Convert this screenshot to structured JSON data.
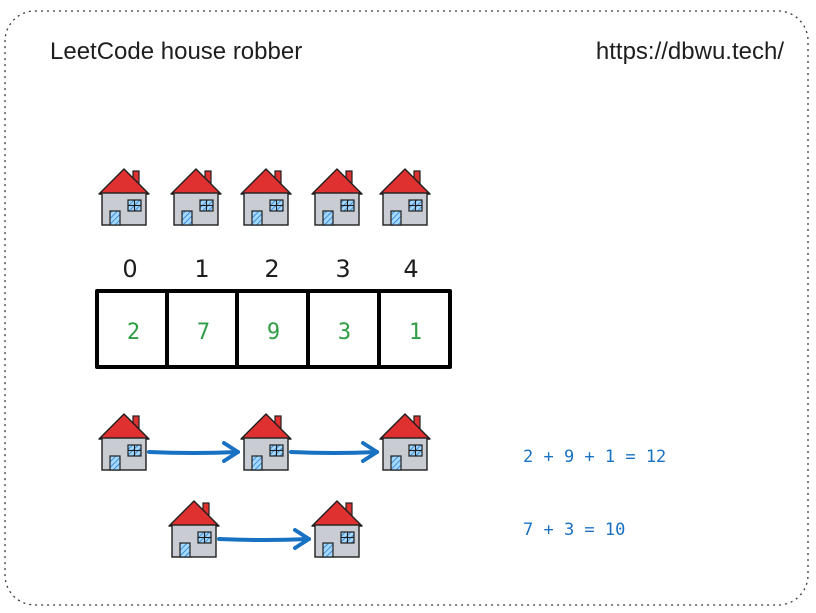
{
  "header": {
    "title": "LeetCode house robber",
    "url": "https://dbwu.tech/"
  },
  "houses": {
    "count": 5,
    "indices": [
      "0",
      "1",
      "2",
      "3",
      "4"
    ]
  },
  "array": {
    "values": [
      "2",
      "7",
      "9",
      "3",
      "1"
    ],
    "value_color": "#2f9e44",
    "border_color": "#000000"
  },
  "paths": [
    {
      "houses": [
        0,
        2,
        4
      ],
      "equation": "2 + 9 + 1 = 12"
    },
    {
      "houses": [
        1,
        3
      ],
      "equation": "7 + 3 = 10"
    }
  ],
  "colors": {
    "roof": "#e03131",
    "wall": "#c9cdd3",
    "arrow": "#1971c2",
    "equation": "#1971c2",
    "outline": "#1e1e1e"
  },
  "icons": {
    "house": "house-icon",
    "arrow": "arrow-right-icon"
  }
}
